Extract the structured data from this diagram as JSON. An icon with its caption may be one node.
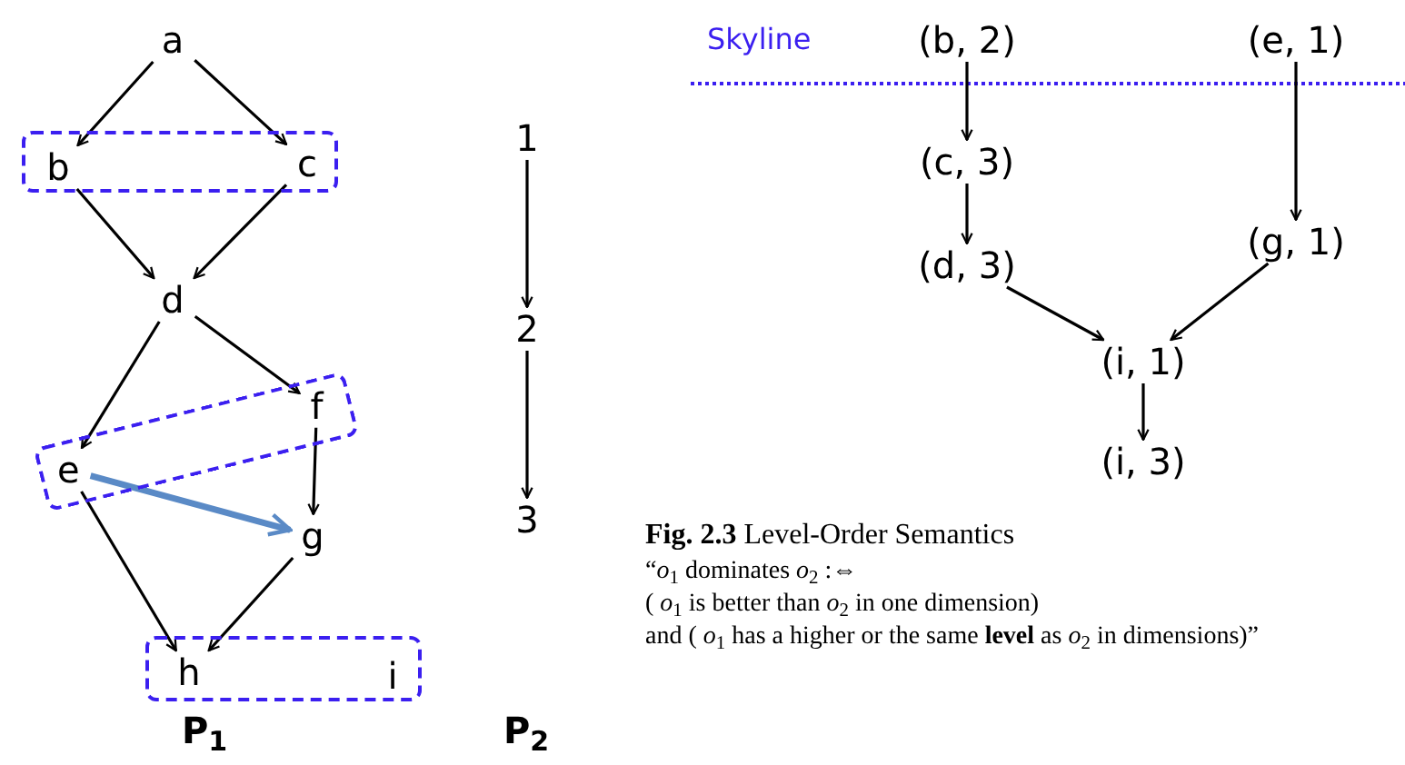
{
  "diagram": {
    "caption": "**Fig. 2.3** Level-Order Semantics",
    "nodes": [
      {
        "text": [
          "a"
        ]
      },
      {
        "text": [],
        "shape": "box"
      },
      {
        "text": [
          "b"
        ],
        "in": 1
      },
      {
        "text": [
          "c"
        ],
        "in": 1
      },
      {
        "text": [
          "d"
        ]
      },
      {
        "text": [],
        "shape": "box"
      },
      {
        "text": [
          "f"
        ],
        "in": 5
      },
      {
        "text": [
          "e"
        ],
        "in": 5
      },
      {
        "text": [
          "g"
        ]
      },
      {
        "text": [],
        "shape": "box"
      },
      {
        "text": [
          "h"
        ],
        "in": 9
      },
      {
        "text": [
          "i"
        ],
        "in": 9
      },
      {
        "text": [
          "1"
        ]
      },
      {
        "text": [
          "2"
        ]
      },
      {
        "text": [
          "3"
        ]
      },
      {
        "text": [
          "(b, 2)"
        ]
      },
      {
        "text": [
          "(e, 1)"
        ]
      },
      {
        "text": [
          "(c, 3)"
        ]
      },
      {
        "text": [
          "(g, 1)"
        ]
      },
      {
        "text": [
          "(d, 3)"
        ]
      },
      {
        "text": [
          "(i, 1)"
        ]
      },
      {
        "text": [
          "(i, 3)"
        ]
      }
    ],
    "edges": [
      {
        "from": 0,
        "to": 2,
        "arrow": "to"
      },
      {
        "from": 0,
        "to": 3,
        "arrow": "to"
      },
      {
        "from": 2,
        "to": 4,
        "arrow": "to"
      },
      {
        "from": 3,
        "to": 4,
        "arrow": "to"
      },
      {
        "from": 4,
        "to": 7,
        "arrow": "to"
      },
      {
        "from": 4,
        "to": 6,
        "arrow": "to"
      },
      {
        "from": 6,
        "to": 8,
        "arrow": "to"
      },
      {
        "from": 7,
        "to": 8,
        "arrow": "to",
        "style": "thick",
        "color": "#5a8ac6"
      },
      {
        "from": 7,
        "to": 10,
        "arrow": "to"
      },
      {
        "from": 8,
        "to": 10,
        "arrow": "to"
      },
      {
        "from": 12,
        "to": 13,
        "arrow": "to"
      },
      {
        "from": 13,
        "to": 14,
        "arrow": "to"
      },
      {
        "from": 15,
        "to": 17,
        "arrow": "to"
      },
      {
        "from": 17,
        "to": 19,
        "arrow": "to"
      },
      {
        "from": 16,
        "to": 18,
        "arrow": "to"
      },
      {
        "from": 19,
        "to": 20,
        "arrow": "to"
      },
      {
        "from": 18,
        "to": 20,
        "arrow": "to"
      },
      {
        "from": 20,
        "to": 21,
        "arrow": "to"
      }
    ],
    "labels": [
      "P$_{1}$",
      "P$_{2}$",
      "Skyline",
      "“*o*$_{1}$ dominates *o*$_{2}$ :⇔",
      "( *o*$_{1}$ is better than *o*$_{2}$ in one dimension)",
      "and ( *o*$_{1}$ has a higher or the same **level** as *o*$_{2}$ in dimensions)”"
    ]
  }
}
